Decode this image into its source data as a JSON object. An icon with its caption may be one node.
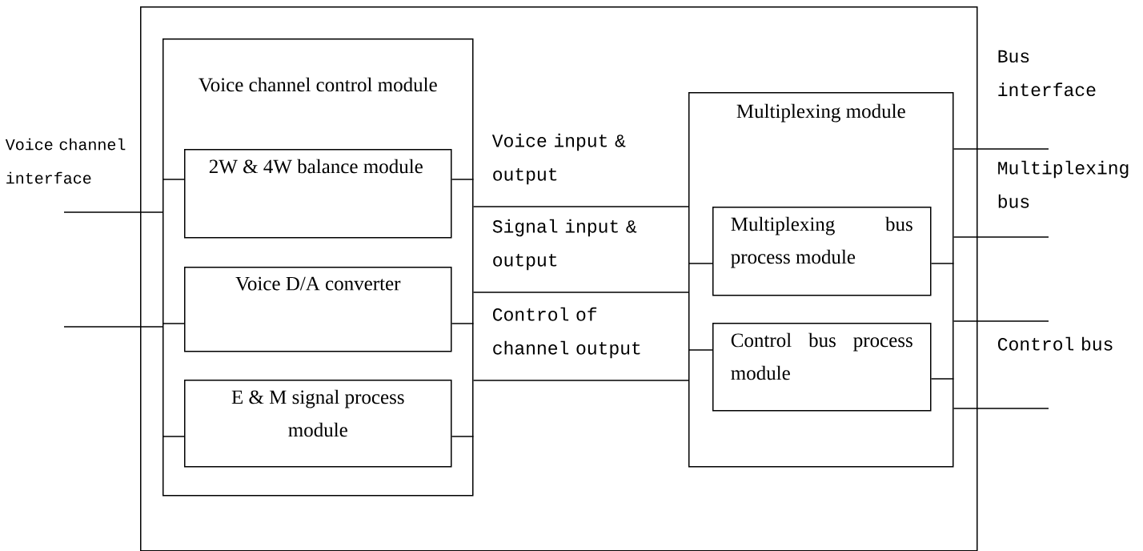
{
  "diagram": {
    "nodes": [
      {
        "text": [],
        "shape": "box"
      },
      {
        "text": [
          "Voice channel control module"
        ],
        "in": 0
      },
      {
        "text": [
          "2W & 4W balance module"
        ],
        "in": 1
      },
      {
        "text": [
          "Voice D/A converter"
        ],
        "in": 1
      },
      {
        "text": [
          "E & M signal process module"
        ],
        "in": 1
      },
      {
        "text": [
          "Multiplexing module"
        ],
        "in": 0
      },
      {
        "text": [
          "Multiplexing bus process module"
        ],
        "in": 5
      },
      {
        "text": [
          "Control bus process module"
        ],
        "in": 5
      }
    ],
    "edges": [
      {
        "from": null,
        "to": 1,
        "arrow": "none"
      },
      {
        "from": null,
        "to": 1,
        "arrow": "none"
      },
      {
        "from": 1,
        "to": 2,
        "arrow": "none"
      },
      {
        "from": 1,
        "to": 3,
        "arrow": "none"
      },
      {
        "from": 1,
        "to": 4,
        "arrow": "none"
      },
      {
        "from": 2,
        "to": 1,
        "arrow": "none"
      },
      {
        "from": 3,
        "to": 1,
        "arrow": "none"
      },
      {
        "from": 4,
        "to": 1,
        "arrow": "none"
      },
      {
        "from": 1,
        "to": 5,
        "arrow": "none",
        "label": "Voice input & output"
      },
      {
        "from": 1,
        "to": 5,
        "arrow": "none",
        "label": "Signal input & output"
      },
      {
        "from": 1,
        "to": 5,
        "arrow": "none",
        "label": "Control of channel output"
      },
      {
        "from": 5,
        "to": 6,
        "arrow": "none"
      },
      {
        "from": 5,
        "to": 7,
        "arrow": "none"
      },
      {
        "from": 6,
        "to": 5,
        "arrow": "none"
      },
      {
        "from": 7,
        "to": 5,
        "arrow": "none"
      },
      {
        "from": 5,
        "to": null,
        "arrow": "none"
      },
      {
        "from": 5,
        "to": null,
        "arrow": "none"
      },
      {
        "from": 5,
        "to": null,
        "arrow": "none"
      },
      {
        "from": 5,
        "to": null,
        "arrow": "none"
      }
    ],
    "labels": [
      "Voice channel interface",
      "Bus interface",
      "Multiplexing bus",
      "Control bus"
    ]
  }
}
